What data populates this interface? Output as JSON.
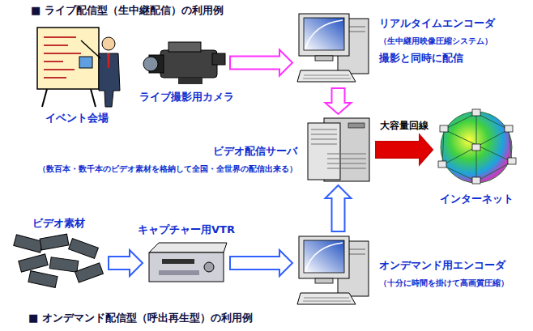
{
  "diagram": {
    "nodes": [
      {
        "text": [
          "イベント会場"
        ]
      },
      {
        "text": [
          "ライブ撮影用カメラ"
        ]
      },
      {
        "text": [
          "リアルタイムエンコーダ",
          "（生中継用映像圧縮システム）",
          "撮影と同時に配信"
        ]
      },
      {
        "text": [
          "ビデオ配信サーバ",
          "（数百本・数千本のビデオ素材を格納して全国・全世界の配信出来る）"
        ]
      },
      {
        "text": [
          "インターネット"
        ]
      },
      {
        "text": [
          "ビデオ素材"
        ]
      },
      {
        "text": [
          "キャプチャー用VTR"
        ]
      },
      {
        "text": [
          "オンデマンド用エンコーダ",
          "（十分に時間を掛けて高画質圧縮）"
        ]
      }
    ],
    "edges": [
      {
        "from": 1,
        "to": 2,
        "arrow": "to"
      },
      {
        "from": 2,
        "to": 3,
        "arrow": "to"
      },
      {
        "from": 3,
        "to": 4,
        "arrow": "to",
        "label": "大容量回線"
      },
      {
        "from": 5,
        "to": 6,
        "arrow": "to"
      },
      {
        "from": 6,
        "to": 7,
        "arrow": "to"
      },
      {
        "from": 7,
        "to": 3,
        "arrow": "to"
      }
    ],
    "labels": [
      "■ ライブ配信型（生中継配信）の利用例",
      "■ オンデマンド配信型（呼出再生型）の利用例"
    ]
  }
}
